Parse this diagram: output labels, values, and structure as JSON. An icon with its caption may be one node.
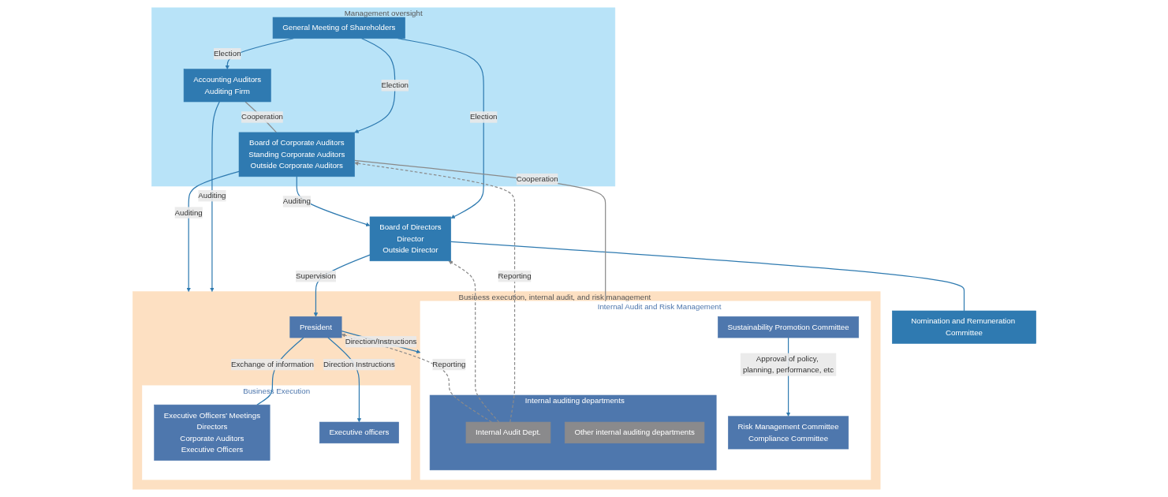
{
  "diagram": {
    "nodes": [
      {
        "text": [
          "Management oversight"
        ]
      },
      {
        "text": [
          "General Meeting of Shareholders"
        ],
        "in": 0
      },
      {
        "text": [
          "Accounting Auditors",
          "Auditing Firm"
        ],
        "in": 0
      },
      {
        "text": [
          "Board of Corporate Auditors",
          "Standing Corporate Auditors",
          "Outside Corporate Auditors"
        ],
        "in": 0
      },
      {
        "text": [
          "Board of Directors",
          "Director",
          "Outside Director"
        ]
      },
      {
        "text": [
          "Nomination and Remuneration Committee"
        ]
      },
      {
        "text": [
          "Business execution, internal audit, and risk management"
        ]
      },
      {
        "text": [
          "President"
        ],
        "in": 6
      },
      {
        "text": [
          "Internal Audit and Risk Management"
        ],
        "in": 6
      },
      {
        "text": [
          "Sustainability Promotion Committee"
        ],
        "in": 8
      },
      {
        "text": [
          "Risk Management Committee",
          "Compliance Committee"
        ],
        "in": 8
      },
      {
        "text": [
          "Internal auditing departments"
        ],
        "in": 8
      },
      {
        "text": [
          "Internal Audit Dept."
        ],
        "in": 11
      },
      {
        "text": [
          "Other internal auditing departments"
        ],
        "in": 11
      },
      {
        "text": [
          "Business Execution"
        ],
        "in": 6
      },
      {
        "text": [
          "Executive Officers’ Meetings",
          "Directors",
          "Corporate Auditors",
          "Executive Officers"
        ],
        "in": 14
      },
      {
        "text": [
          "Executive officers"
        ],
        "in": 14
      }
    ],
    "edges": [
      {
        "from": 1,
        "to": 2,
        "arrow": "to",
        "label": "Election"
      },
      {
        "from": 1,
        "to": 3,
        "arrow": "to",
        "label": "Election"
      },
      {
        "from": 1,
        "to": 4,
        "arrow": "to",
        "label": "Election"
      },
      {
        "from": 2,
        "to": 3,
        "arrow": "none",
        "label": "Cooperation",
        "color": "#8a8a8a"
      },
      {
        "from": 3,
        "to": 4,
        "arrow": "to",
        "label": "Auditing"
      },
      {
        "from": 2,
        "to": 6,
        "arrow": "to",
        "label": "Auditing"
      },
      {
        "from": 3,
        "to": 6,
        "arrow": "to",
        "label": "Auditing"
      },
      {
        "from": 4,
        "to": 5,
        "arrow": "none"
      },
      {
        "from": 4,
        "to": 7,
        "arrow": "to",
        "label": "Supervision"
      },
      {
        "from": 12,
        "to": 3,
        "arrow": "to",
        "label": "Reporting",
        "style": "dashed",
        "color": "#8a8a8a"
      },
      {
        "from": 12,
        "to": 4,
        "arrow": "to",
        "style": "dashed",
        "color": "#8a8a8a"
      },
      {
        "from": 3,
        "to": 8,
        "arrow": "none",
        "label": "Cooperation",
        "color": "#8a8a8a"
      },
      {
        "from": 7,
        "to": 8,
        "arrow": "to",
        "label": "Direction/Instructions"
      },
      {
        "from": 12,
        "to": 7,
        "arrow": "to",
        "label": "Reporting",
        "style": "dashed",
        "color": "#8a8a8a"
      },
      {
        "from": 9,
        "to": 10,
        "arrow": "to",
        "label": "Approval of policy, planning, performance, etc"
      },
      {
        "from": 7,
        "to": 16,
        "arrow": "to",
        "label": "Direction Instructions"
      },
      {
        "from": 7,
        "to": 15,
        "arrow": "none",
        "label": "Exchange of information"
      }
    ]
  }
}
